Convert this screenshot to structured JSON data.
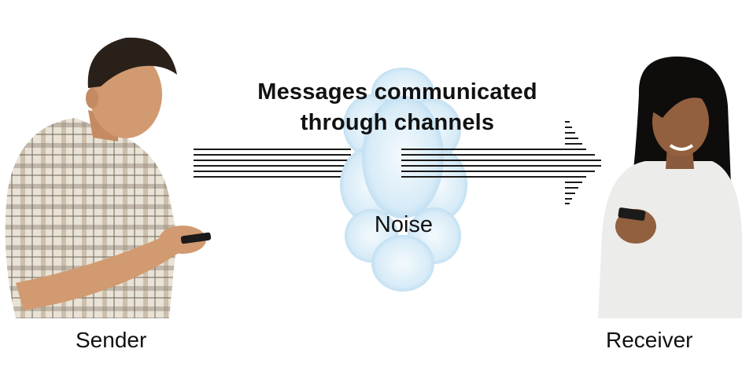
{
  "diagram": {
    "title_line1": "Messages communicated",
    "title_line2": "through channels",
    "noise_label": "Noise",
    "sender_label": "Sender",
    "receiver_label": "Receiver"
  },
  "colors": {
    "cloud_fill": "#d7ebf7",
    "cloud_edge": "#9fcbe8",
    "lines": "#1a1a1a",
    "text": "#111111"
  },
  "icons": {
    "sender": "person-with-phone-icon",
    "receiver": "person-with-phone-icon",
    "noise": "cloud-icon",
    "channel": "arrow-lines-icon"
  }
}
